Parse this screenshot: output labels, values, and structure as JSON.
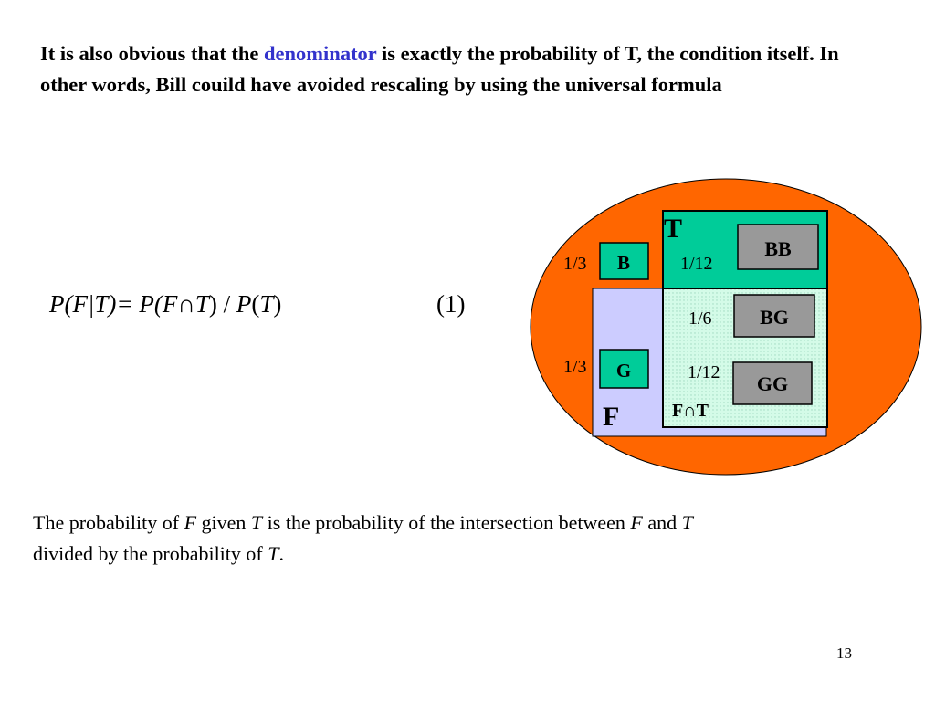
{
  "intro": {
    "before": "It is also obvious that the ",
    "highlight": "denominator",
    "after": " is exactly the probability of T, the condition itself. In other words, Bill couild have avoided rescaling by using the universal formula",
    "highlight_color": "#3333cc"
  },
  "formula": {
    "p1": "P(F|T)= P(F",
    "cap": "∩",
    "t": "T",
    "p2": ") / ",
    "p3": "P",
    "p4": "(",
    "p5": "T",
    "p6": ")",
    "number": "(1)"
  },
  "diagram": {
    "label_T": "T",
    "label_F": "F",
    "label_FT": "F∩T",
    "B": {
      "label": "B",
      "prob": "1/3"
    },
    "G": {
      "label": "G",
      "prob": "1/3"
    },
    "BB": {
      "label": "BB",
      "prob": "1/12"
    },
    "BG": {
      "label": "BG",
      "prob": "1/6"
    },
    "GG": {
      "label": "GG",
      "prob": "1/12"
    },
    "colors": {
      "ellipse": "#ff6600",
      "T_region": "#00cc99",
      "F_region": "#ccccff",
      "intersection": "#ccffe6",
      "child_box": "#999999",
      "gender_box": "#00cc99"
    }
  },
  "caption": {
    "s1": "The probability of ",
    "F1": "F",
    "s2": " given ",
    "T1": "T",
    "s3": " is the probability of the intersection between ",
    "F2": "F",
    "s4": " and ",
    "T2": "T",
    "s5": " divided by the probability of ",
    "T3": "T",
    "s6": "."
  },
  "page_number": "13"
}
